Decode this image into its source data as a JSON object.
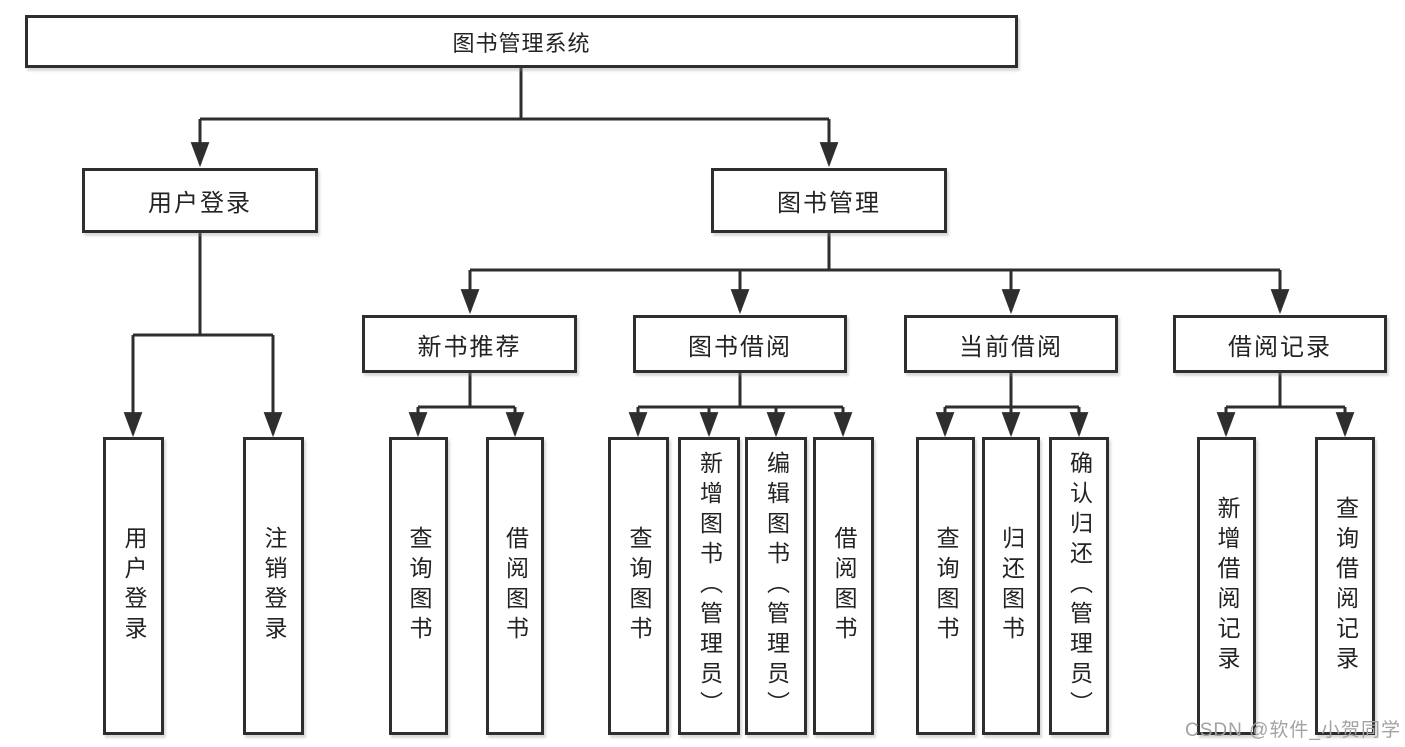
{
  "diagram": {
    "title": "图书管理系统",
    "level2": [
      {
        "label": "用户登录"
      },
      {
        "label": "图书管理"
      }
    ],
    "level3": [
      {
        "label": "新书推荐",
        "parent": "图书管理"
      },
      {
        "label": "图书借阅",
        "parent": "图书管理"
      },
      {
        "label": "当前借阅",
        "parent": "图书管理"
      },
      {
        "label": "借阅记录",
        "parent": "图书管理"
      }
    ],
    "leaves": [
      {
        "label": "用户登录",
        "parent": "用户登录"
      },
      {
        "label": "注销登录",
        "parent": "用户登录"
      },
      {
        "label": "查询图书",
        "parent": "新书推荐"
      },
      {
        "label": "借阅图书",
        "parent": "新书推荐"
      },
      {
        "label": "查询图书",
        "parent": "图书借阅"
      },
      {
        "label": "新增图书（管理员）",
        "parent": "图书借阅"
      },
      {
        "label": "编辑图书（管理员）",
        "parent": "图书借阅"
      },
      {
        "label": "借阅图书",
        "parent": "图书借阅"
      },
      {
        "label": "查询图书",
        "parent": "当前借阅"
      },
      {
        "label": "归还图书",
        "parent": "当前借阅"
      },
      {
        "label": "确认归还（管理员）",
        "parent": "当前借阅"
      },
      {
        "label": "新增借阅记录",
        "parent": "借阅记录"
      },
      {
        "label": "查询借阅记录",
        "parent": "借阅记录"
      }
    ],
    "colors": {
      "line": "#2e2e2e",
      "text": "#232323",
      "box_background": "#ffffff",
      "watermark": "#a3a3a3"
    }
  },
  "watermark": {
    "text": "CSDN @软件_小贺同学"
  }
}
